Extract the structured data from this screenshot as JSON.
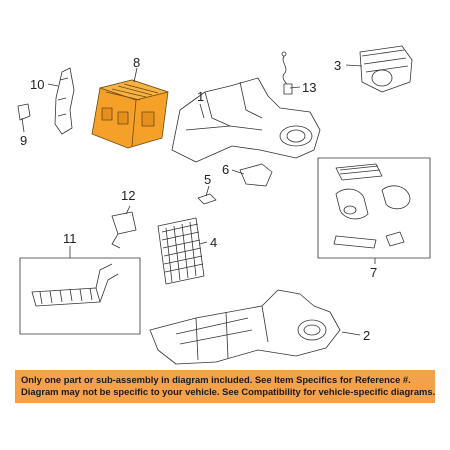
{
  "callouts": {
    "c1": "1",
    "c2": "2",
    "c3": "3",
    "c4": "4",
    "c5": "5",
    "c6": "6",
    "c7": "7",
    "c8": "8",
    "c9": "9",
    "c10": "10",
    "c11": "11",
    "c12": "12",
    "c13": "13"
  },
  "notice": {
    "line1": "Only one part or sub-assembly in diagram included. See Item Specifics for Reference #.",
    "line2": "Diagram may not be specific to your vehicle. See Compatibility for vehicle-specific diagrams."
  },
  "colors": {
    "highlight_part": "#f5a028",
    "notice_bg": "#f3a14a",
    "line": "#333333"
  }
}
